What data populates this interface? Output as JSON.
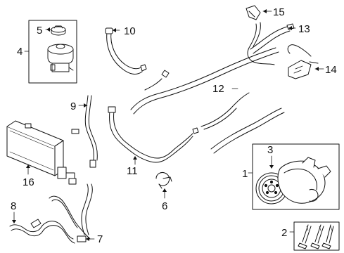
{
  "diagram": {
    "callouts": {
      "c1": "1",
      "c2": "2",
      "c3": "3",
      "c4": "4",
      "c5": "5",
      "c6": "6",
      "c7": "7",
      "c8": "8",
      "c9": "9",
      "c10": "10",
      "c11": "11",
      "c12": "12",
      "c13": "13",
      "c14": "14",
      "c15": "15",
      "c16": "16"
    },
    "colors": {
      "ink": "#111111",
      "fill": "#f4f4f4",
      "shade": "#9a9a9a"
    }
  }
}
